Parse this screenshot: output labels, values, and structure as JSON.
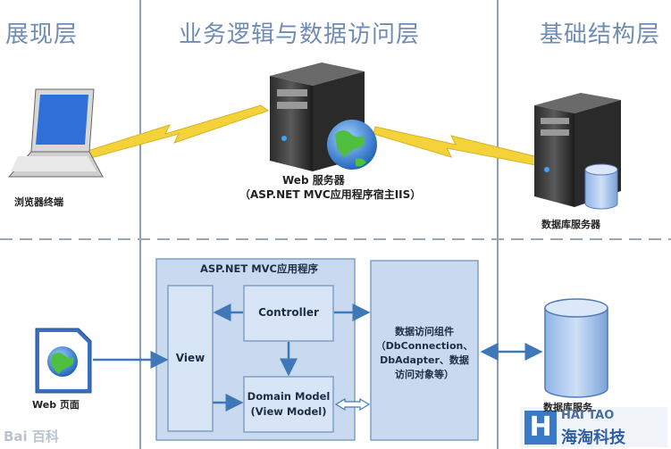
{
  "layers": {
    "presentation": "展现层",
    "business": "业务逻辑与数据访问层",
    "infrastructure": "基础结构层"
  },
  "top": {
    "browser_label": "浏览器终端",
    "web_server_line1": "Web 服务器",
    "web_server_line2": "（ASP.NET MVC应用程序宿主IIS）",
    "db_server_label": "数据库服务器"
  },
  "bottom": {
    "web_page_label": "Web  页面",
    "app_title": "ASP.NET MVC应用程序",
    "view": "View",
    "controller": "Controller",
    "domain_model_line1": "Domain Model",
    "domain_model_line2": "(View Model)",
    "data_access_lines": [
      "数据访问组件",
      "（DbConnection、",
      "DbAdapter、数据",
      "访问对象等）"
    ],
    "db_service_label": "数据库服务"
  },
  "watermarks": {
    "baidu": "Bai 百科",
    "haitao_en": "HAI TAO",
    "haitao_cn": "海淘科技",
    "haitao_h": "H"
  },
  "colors": {
    "layer_title": "#6f8db4",
    "box_fill": "#c9daf0",
    "box_border": "#7f9fc8",
    "arrow": "#3f78b8",
    "lightning": "#f4d23a"
  }
}
